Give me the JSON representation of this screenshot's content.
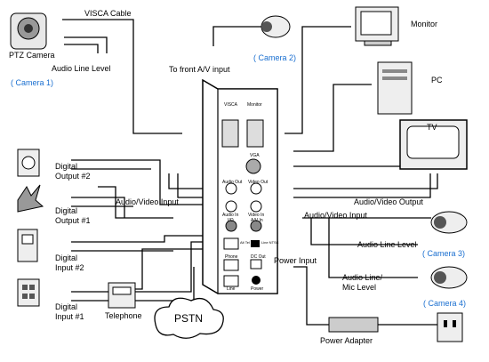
{
  "devices": {
    "ptz_camera": "PTZ Camera",
    "camera1": "( Camera 1)",
    "camera2": "( Camera 2)",
    "camera3": "( Camera 3)",
    "camera4": "( Camera 4)",
    "monitor": "Monitor",
    "pc": "PC",
    "tv": "TV",
    "telephone": "Telephone",
    "pstn": "PSTN",
    "power_adapter": "Power Adapter"
  },
  "cables": {
    "visca": "VISCA Cable",
    "audio_line_level_top": "Audio Line Level",
    "to_front_av": "To front A/V input",
    "audio_video_input_left": "Audio/Video Input",
    "audio_video_output": "Audio/Video Output",
    "audio_video_input_right": "Audio/Video Input",
    "audio_line_level_right": "Audio Line Level",
    "audio_line_mic_1": "Audio Line/",
    "audio_line_mic_2": "Mic Level",
    "power_input": "Power Input"
  },
  "digital_io": [
    {
      "line1": "Digital",
      "line2": "Output #2"
    },
    {
      "line1": "Digital",
      "line2": "Output #1"
    },
    {
      "line1": "Digital",
      "line2": "Input #2"
    },
    {
      "line1": "Digital",
      "line2": "Input #1"
    }
  ],
  "panel": {
    "visca": "VISCA",
    "monitor": "Monitor",
    "vga": "VGA",
    "audio_out": "Audio Out",
    "video_out": "Video Out",
    "audio_in": "Audio In",
    "video_in": "Video In",
    "io": "I/O",
    "av_in": "A/V In",
    "alt_tel": "Alt Tel",
    "line_ntsc": "Line NTSC",
    "phone": "Phone",
    "dc_out": "DC Out",
    "line": "Line",
    "power": "Power"
  },
  "colors": {
    "label_accent": "#1a6fd0",
    "line": "#000000"
  }
}
